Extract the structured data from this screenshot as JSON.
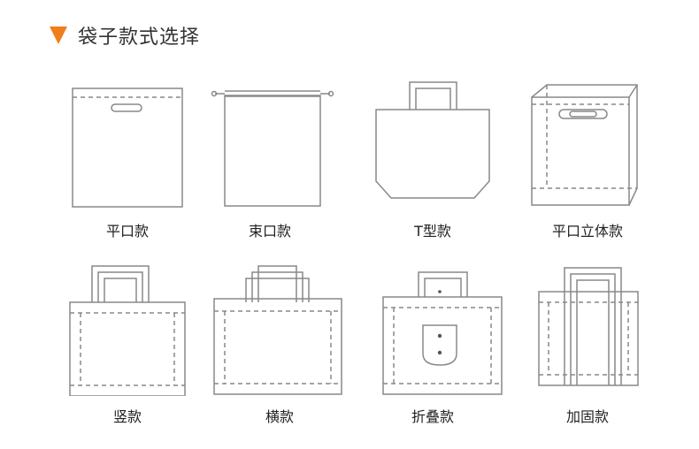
{
  "header": {
    "title": "袋子款式选择",
    "accent_color": "#f07e1b",
    "icon": "triangle-down-icon"
  },
  "bag_styles": [
    {
      "label": "平口款",
      "icon": "flat-bag-icon"
    },
    {
      "label": "束口款",
      "icon": "drawstring-bag-icon"
    },
    {
      "label": "T型款",
      "icon": "t-shaped-bag-icon"
    },
    {
      "label": "平口立体款",
      "icon": "3d-flat-bag-icon"
    },
    {
      "label": "竖款",
      "icon": "vertical-bag-icon"
    },
    {
      "label": "横款",
      "icon": "horizontal-bag-icon"
    },
    {
      "label": "折叠款",
      "icon": "folding-bag-icon"
    },
    {
      "label": "加固款",
      "icon": "reinforced-bag-icon"
    }
  ]
}
